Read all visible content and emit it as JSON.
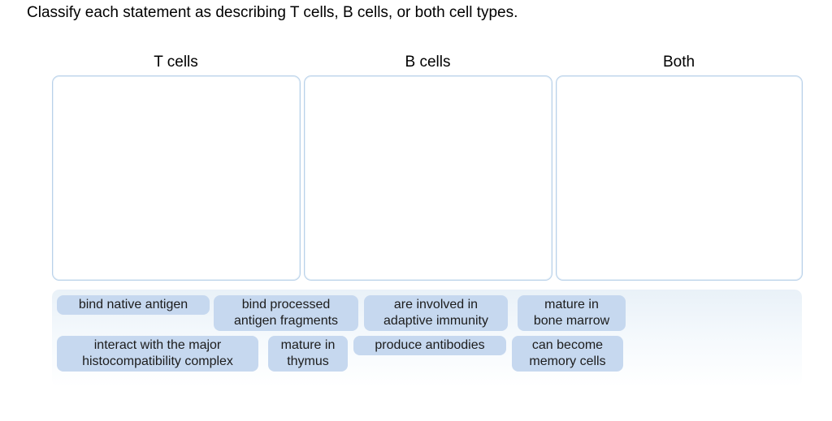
{
  "instruction": "Classify each statement as describing T cells, B cells, or both cell types.",
  "categories": [
    {
      "id": "t-cells",
      "label": "T cells"
    },
    {
      "id": "b-cells",
      "label": "B cells"
    },
    {
      "id": "both",
      "label": "Both"
    }
  ],
  "bank": {
    "chips": [
      {
        "text": "bind native antigen"
      },
      {
        "text": "bind processed\nantigen fragments"
      },
      {
        "text": "are involved in\nadaptive immunity"
      },
      {
        "text": "mature in\nbone marrow"
      },
      {
        "text": "interact with the major\nhistocompatibility complex"
      },
      {
        "text": "mature in\nthymus"
      },
      {
        "text": "produce antibodies"
      },
      {
        "text": "can become\nmemory cells"
      }
    ]
  },
  "colors": {
    "chip_background": "#c6d8ef",
    "dropzone_border": "#b9d1e9",
    "bank_gradient_top": "#e9f1f8",
    "bank_gradient_bottom": "#ffffff",
    "text": "#000000"
  }
}
